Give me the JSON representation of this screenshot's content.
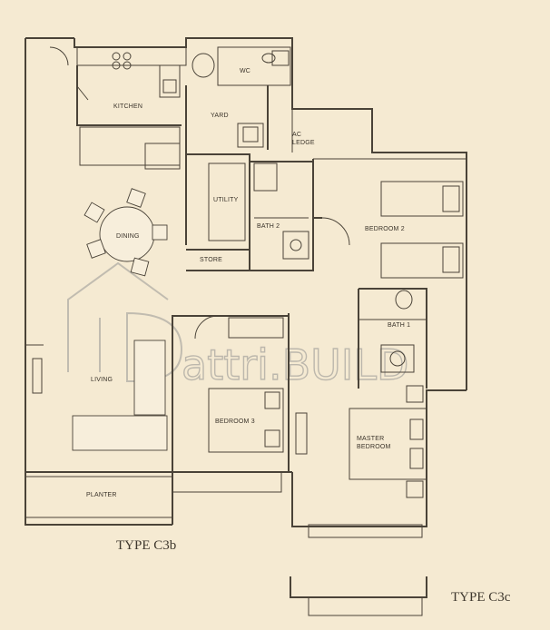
{
  "rooms": {
    "kitchen": "KITCHEN",
    "wc": "WC",
    "yard": "YARD",
    "ac_ledge_line1": "AC",
    "ac_ledge_line2": "LEDGE",
    "utility": "UTILITY",
    "bath2": "BATH 2",
    "bedroom2": "BEDROOM 2",
    "dining": "DINING",
    "store": "STORE",
    "bath1": "BATH 1",
    "living": "LIVING",
    "bedroom3": "BEDROOM 3",
    "master_line1": "MASTER",
    "master_line2": "BEDROOM",
    "planter": "PLANTER"
  },
  "types": {
    "primary": "TYPE C3b",
    "alternate": "TYPE C3c"
  },
  "watermark": "attri.BUILD",
  "colors": {
    "paper": "#f5ead2",
    "ink": "#4a4338",
    "watermark": "#8e8e8e"
  }
}
